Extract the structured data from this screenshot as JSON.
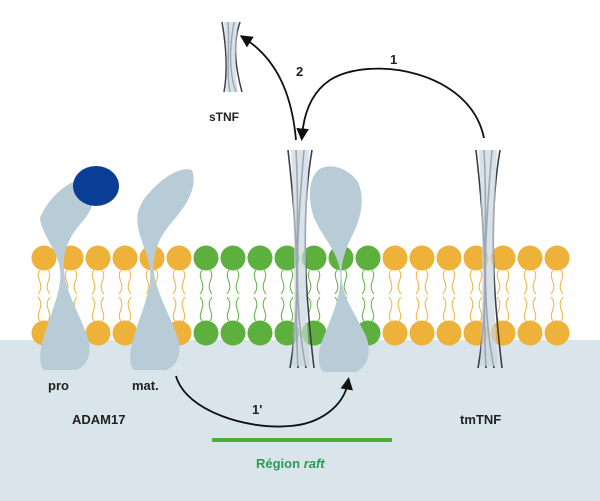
{
  "labels": {
    "stnf": "sTNF",
    "step1": "1",
    "step2": "2",
    "step1prime": "1'",
    "pro": "pro",
    "mat": "mat.",
    "adam17": "ADAM17",
    "tmtnf": "tmTNF",
    "region": "Région",
    "raft": "raft"
  },
  "colors": {
    "lipid_orange": "#EEB13A",
    "lipid_green": "#5DB03E",
    "protein": "#B8CCD7",
    "prodomain": "#0A3D96",
    "cytoplasm": "#D9E4EB",
    "tnf_dark": "#3A3F4A",
    "raft_bar": "#4FAE3C",
    "raft_text": "#2E9A55",
    "text": "#222222"
  },
  "icons": {
    "arrow": "curved-arrow",
    "protein": "hourglass-transmembrane-protein",
    "tnf": "trimer-spindle"
  }
}
